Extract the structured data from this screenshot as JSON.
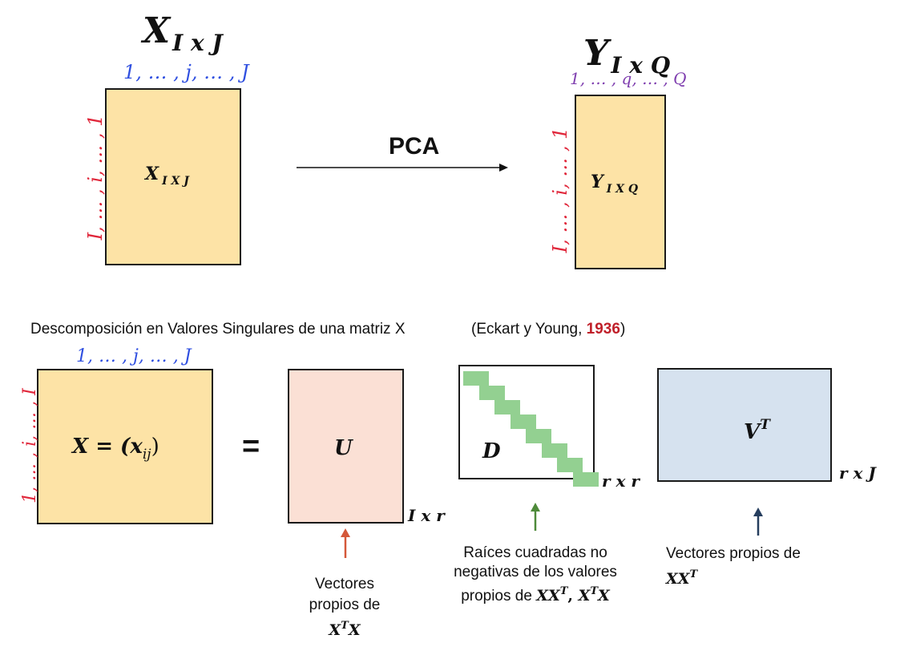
{
  "top": {
    "x_title": "X",
    "x_title_sub": "I x J",
    "x_cols": "1, … , j, … , J",
    "x_rows": "I, … , i, … , 1",
    "x_inner": "X",
    "x_inner_sub": "I X J",
    "arrow_label": "PCA",
    "y_title": "Y",
    "y_title_sub": "I x Q",
    "y_cols": "1, … , q, … , Q",
    "y_rows": "I, … , i, … , 1",
    "y_inner": "Y",
    "y_inner_sub": "I X Q"
  },
  "svd": {
    "heading": "Descomposición en Valores Singulares de una matriz X",
    "citation_prefix": "(Eckart y Young, ",
    "citation_year": "1936",
    "citation_suffix": ")",
    "x_cols": "1, … , j, … , J",
    "x_rows": "1, … , i, … , I",
    "x_formula": "X = (x",
    "x_formula_sub": "ij",
    "x_formula_close": ")",
    "equals": "=",
    "u_label": "U",
    "u_dim": "I x r",
    "d_label": "D",
    "d_dim": "r x r",
    "v_label": "V",
    "v_sup": "T",
    "v_dim": "r x J",
    "u_caption_1": "Vectores",
    "u_caption_2": "propios de",
    "u_caption_3": "X",
    "u_caption_3_sup": "T",
    "u_caption_3_end": "X",
    "d_caption_1": "Raíces cuadradas no",
    "d_caption_2": "negativas de los valores",
    "d_caption_3": "propios de ",
    "d_caption_3_math_a": "XX",
    "d_caption_3_sup_a": "T",
    "d_caption_3_sep": ", ",
    "d_caption_3_math_b": "X",
    "d_caption_3_sup_b": "T",
    "d_caption_3_math_b_end": "X",
    "v_caption_1": "Vectores propios de",
    "v_caption_2": "XX",
    "v_caption_2_sup": "T"
  },
  "colors": {
    "matrix_fill": "#fde3a6",
    "u_fill": "#fbe0d5",
    "v_fill": "#d6e2ef",
    "diag_fill": "#93d091",
    "col_index_blue": "#2f4fe0",
    "col_index_purple": "#8040b0",
    "row_index_red": "#e0263a",
    "year_red": "#c0202a",
    "arrow_orange": "#d4583a",
    "arrow_green": "#4e8a3a",
    "arrow_navy": "#263e5e"
  }
}
